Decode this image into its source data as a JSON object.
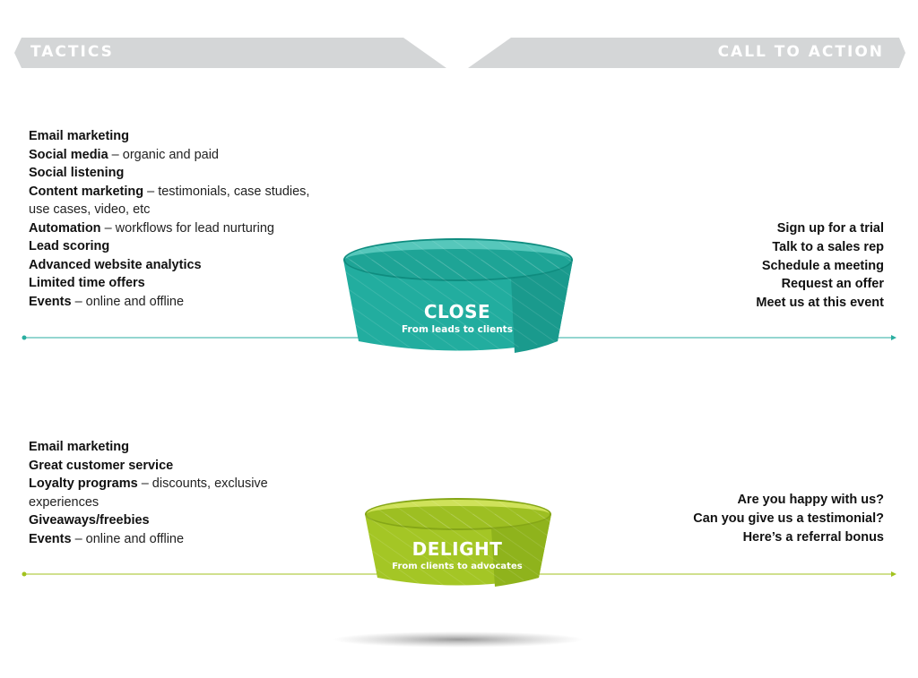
{
  "header": {
    "tactics_title": "TACTICS",
    "cta_title": "CALL TO ACTION",
    "banner_color": "#d4d6d7"
  },
  "close": {
    "name": "CLOSE",
    "subtitle": "From leads to clients",
    "color": "#26b3a5",
    "tactics": [
      {
        "bold": "Email marketing",
        "desc": ""
      },
      {
        "bold": "Social media",
        "desc": " – organic and paid"
      },
      {
        "bold": "Social listening",
        "desc": ""
      },
      {
        "bold": "Content marketing",
        "desc": " – testimonials, case studies, use cases, video, etc"
      },
      {
        "bold": "Automation",
        "desc": " – workflows for lead nurturing"
      },
      {
        "bold": "Lead scoring",
        "desc": ""
      },
      {
        "bold": "Advanced website analytics",
        "desc": ""
      },
      {
        "bold": "Limited time offers",
        "desc": ""
      },
      {
        "bold": "Events",
        "desc": " – online and offline"
      }
    ],
    "cta": [
      "Sign up for a trial",
      "Talk to a sales rep",
      "Schedule a meeting",
      "Request an offer",
      "Meet us at this event"
    ]
  },
  "delight": {
    "name": "DELIGHT",
    "subtitle": "From clients to advocates",
    "color": "#a6c726",
    "tactics": [
      {
        "bold": "Email marketing",
        "desc": ""
      },
      {
        "bold": "Great customer service",
        "desc": ""
      },
      {
        "bold": "Loyalty programs",
        "desc": " – discounts, exclusive experiences"
      },
      {
        "bold": "Giveaways/freebies",
        "desc": ""
      },
      {
        "bold": "Events",
        "desc": " – online and offline"
      }
    ],
    "cta": [
      "Are you happy with us?",
      "Can you give us a testimonial?",
      "Here’s a referral bonus"
    ]
  }
}
